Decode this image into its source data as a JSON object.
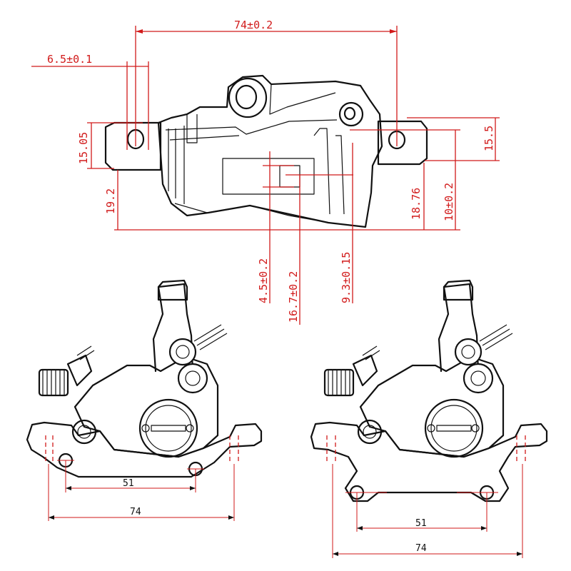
{
  "top_view": {
    "dim_overall_width": "74±0.2",
    "dim_slot_width": "6.5±0.1",
    "dim_left_height": "15.05",
    "dim_left_offset": "19.2",
    "dim_right_height": "15.5",
    "dim_right_offset": "18.76",
    "dim_right_small": "10±0.2",
    "dim_pad_a": "4.5±0.2",
    "dim_pad_b": "16.7±0.2",
    "dim_pad_c": "9.3±0.15"
  },
  "left_view": {
    "dim_hole_spacing": "51",
    "dim_overall": "74"
  },
  "right_view": {
    "dim_hole_spacing": "51",
    "dim_overall": "74"
  },
  "colors": {
    "dimension_red": "#d11a1a",
    "outline_black": "#111111",
    "background": "#ffffff"
  }
}
